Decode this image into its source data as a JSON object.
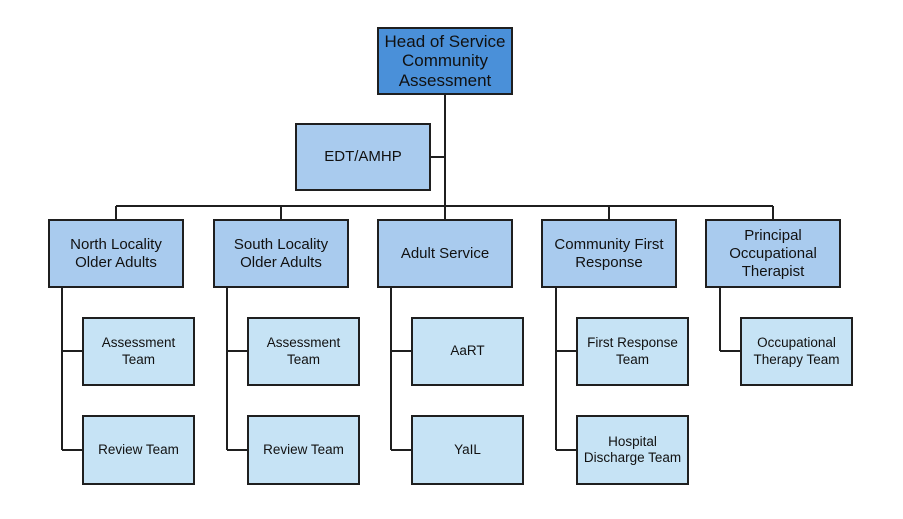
{
  "head": {
    "label": "Head of Service\nCommunity\nAssessment"
  },
  "edt": {
    "label": "EDT/AMHP"
  },
  "departments": [
    {
      "label": "North Locality\nOlder Adults",
      "teams": [
        "Assessment\nTeam",
        "Review Team"
      ]
    },
    {
      "label": "South Locality\nOlder Adults",
      "teams": [
        "Assessment\nTeam",
        "Review Team"
      ]
    },
    {
      "label": "Adult Service",
      "teams": [
        "AaRT",
        "YaIL"
      ]
    },
    {
      "label": "Community First\nResponse",
      "teams": [
        "First Response\nTeam",
        "Hospital\nDischarge Team"
      ]
    },
    {
      "label": "Principal\nOccupational\nTherapist",
      "teams": [
        "Occupational\nTherapy Team"
      ]
    }
  ],
  "colors": {
    "head": "#4a90d9",
    "mid": "#a9cbee",
    "leaf": "#c6e3f5",
    "line": "#1f1f1f"
  }
}
